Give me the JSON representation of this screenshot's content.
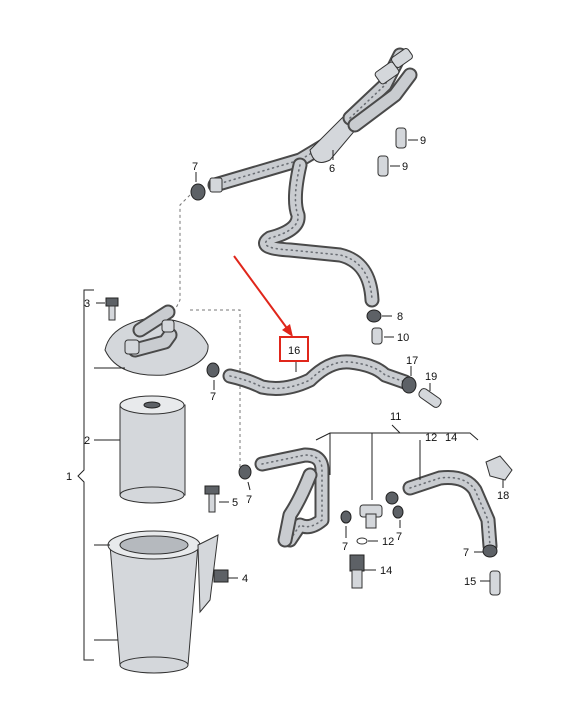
{
  "parts": {
    "p1": "1",
    "p2": "2",
    "p3": "3",
    "p4": "4",
    "p5": "5",
    "p6": "6",
    "p7": "7",
    "p8": "8",
    "p9": "9",
    "p10": "10",
    "p11": "11",
    "p12": "12",
    "p14": "14",
    "p15": "15",
    "p16": "16",
    "p17": "17",
    "p18": "18",
    "p19": "19"
  },
  "highlight": {
    "part": "16",
    "color": "#e0261b"
  },
  "colors": {
    "hose": "#c9ccd0",
    "outline": "#333333"
  }
}
